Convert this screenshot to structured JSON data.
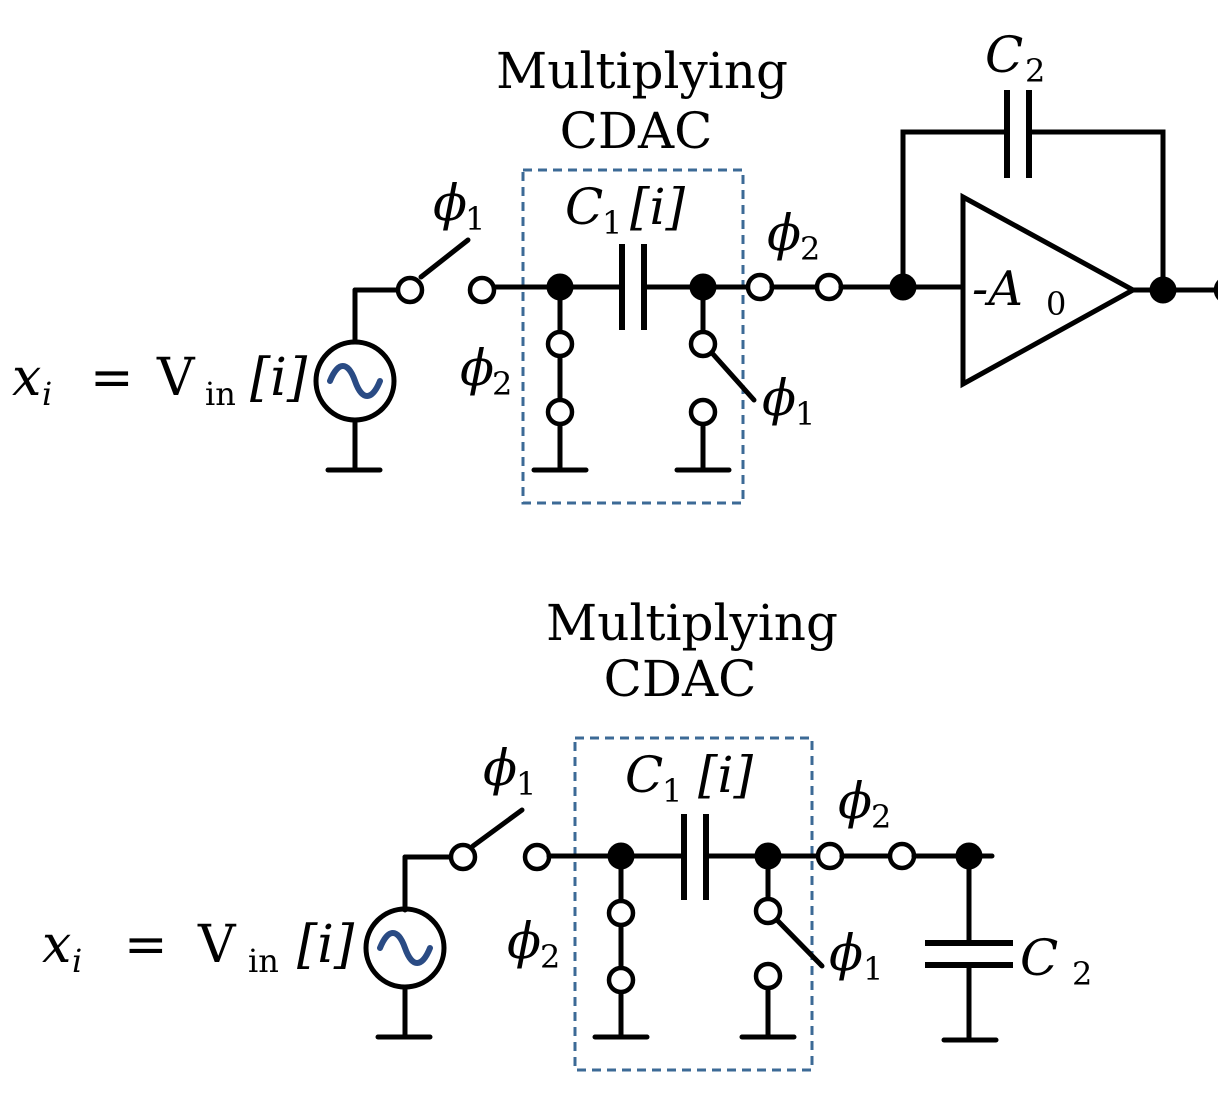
{
  "colors": {
    "cdac_box": "#3c6a96",
    "source_wave": "#2a4b84"
  },
  "top": {
    "cdac_title_line1": "Multiplying",
    "cdac_title_line2": "CDAC",
    "cap_c1": "C",
    "cap_c1_sub": "1",
    "cap_c1_index": "[i]",
    "phi_input": "ϕ",
    "phi_input_sub": "1",
    "phi_shunt": "ϕ",
    "phi_shunt_sub": "2",
    "phi_series": "ϕ",
    "phi_series_sub": "2",
    "phi_reset": "ϕ",
    "phi_reset_sub": "1",
    "source_lhs": "x",
    "source_lhs_sub": "i",
    "source_eq": "=",
    "source_rhs": "V",
    "source_rhs_sub": "in",
    "source_rhs_index": "[i]",
    "feedback_cap": "C",
    "feedback_cap_sub": "2",
    "amp_gain": "-A",
    "amp_gain_sub": "0"
  },
  "bottom": {
    "cdac_title_line1": "Multiplying",
    "cdac_title_line2": "CDAC",
    "cap_c1": "C",
    "cap_c1_sub": "1",
    "cap_c1_index": "[i]",
    "phi_input": "ϕ",
    "phi_input_sub": "1",
    "phi_shunt": "ϕ",
    "phi_shunt_sub": "2",
    "phi_series": "ϕ",
    "phi_series_sub": "2",
    "phi_reset": "ϕ",
    "phi_reset_sub": "1",
    "source_lhs": "x",
    "source_lhs_sub": "i",
    "source_eq": "=",
    "source_rhs": "V",
    "source_rhs_sub": "in",
    "source_rhs_index": "[i]",
    "load_cap": "C",
    "load_cap_sub": "2"
  }
}
